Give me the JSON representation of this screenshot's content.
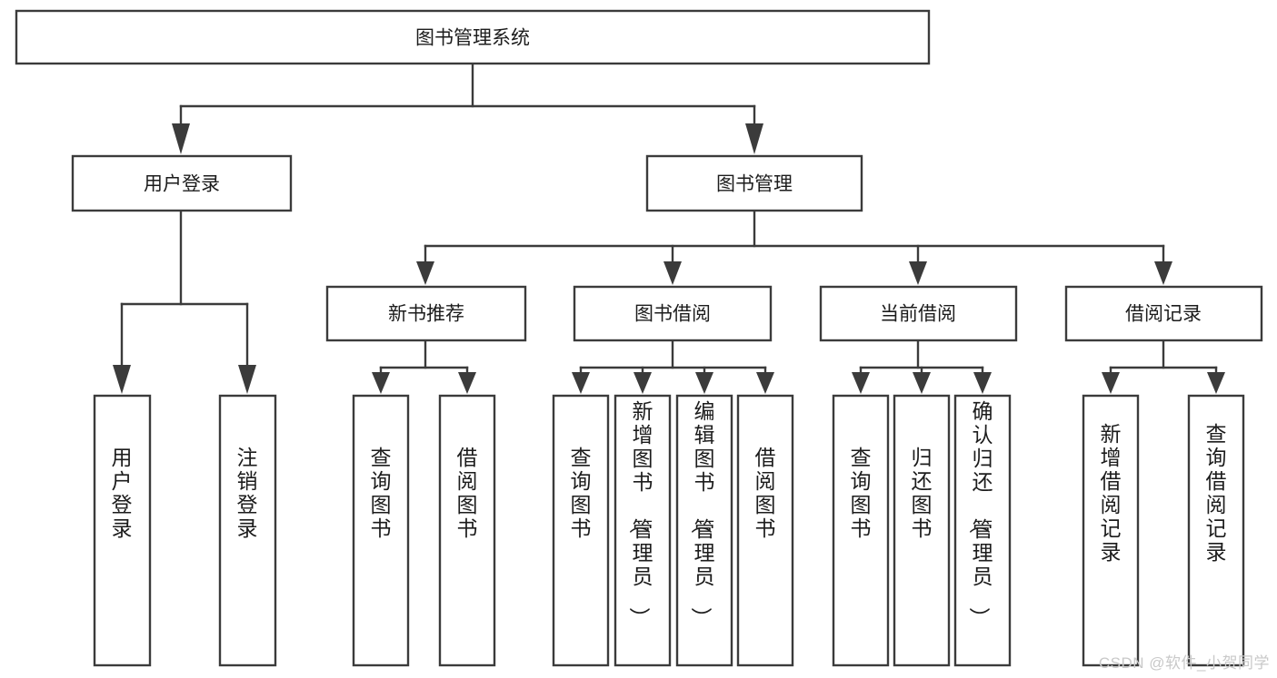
{
  "diagram": {
    "title": "图书管理系统",
    "type": "tree",
    "root": {
      "id": "root",
      "label": "图书管理系统",
      "orientation": "horizontal"
    },
    "level2": [
      {
        "id": "user-login",
        "label": "用户登录",
        "orientation": "horizontal"
      },
      {
        "id": "book-manage",
        "label": "图书管理",
        "orientation": "horizontal"
      }
    ],
    "level3": [
      {
        "id": "new-book-recommend",
        "label": "新书推荐",
        "orientation": "horizontal",
        "parent": "book-manage"
      },
      {
        "id": "book-borrow",
        "label": "图书借阅",
        "orientation": "horizontal",
        "parent": "book-manage"
      },
      {
        "id": "current-borrow",
        "label": "当前借阅",
        "orientation": "horizontal",
        "parent": "book-manage"
      },
      {
        "id": "borrow-record",
        "label": "借阅记录",
        "orientation": "horizontal",
        "parent": "book-manage"
      }
    ],
    "leaves": [
      {
        "id": "leaf-user-login",
        "label": "用户登录",
        "orientation": "vertical",
        "parent": "user-login"
      },
      {
        "id": "leaf-user-logout",
        "label": "注销登录",
        "orientation": "vertical",
        "parent": "user-login"
      },
      {
        "id": "leaf-query-book-1",
        "label": "查询图书",
        "orientation": "vertical",
        "parent": "new-book-recommend"
      },
      {
        "id": "leaf-borrow-book-1",
        "label": "借阅图书",
        "orientation": "vertical",
        "parent": "new-book-recommend"
      },
      {
        "id": "leaf-query-book-2",
        "label": "查询图书",
        "orientation": "vertical",
        "parent": "book-borrow"
      },
      {
        "id": "leaf-add-book",
        "label": "新增图书（管理员）",
        "orientation": "vertical",
        "parent": "book-borrow"
      },
      {
        "id": "leaf-edit-book",
        "label": "编辑图书（管理员）",
        "orientation": "vertical",
        "parent": "book-borrow"
      },
      {
        "id": "leaf-borrow-book-2",
        "label": "借阅图书",
        "orientation": "vertical",
        "parent": "book-borrow"
      },
      {
        "id": "leaf-query-book-3",
        "label": "查询图书",
        "orientation": "vertical",
        "parent": "current-borrow"
      },
      {
        "id": "leaf-return-book",
        "label": "归还图书",
        "orientation": "vertical",
        "parent": "current-borrow"
      },
      {
        "id": "leaf-confirm-return",
        "label": "确认归还（管理员）",
        "orientation": "vertical",
        "parent": "current-borrow"
      },
      {
        "id": "leaf-add-record",
        "label": "新增借阅记录",
        "orientation": "vertical",
        "parent": "borrow-record"
      },
      {
        "id": "leaf-query-record",
        "label": "查询借阅记录",
        "orientation": "vertical",
        "parent": "borrow-record"
      }
    ]
  },
  "watermark": {
    "text": "CSDN @软件_小贺同学"
  },
  "colors": {
    "stroke": "#3b3b3b",
    "fill": "#ffffff",
    "text": "#1c1c1c",
    "watermark": "#c9c9c9"
  }
}
